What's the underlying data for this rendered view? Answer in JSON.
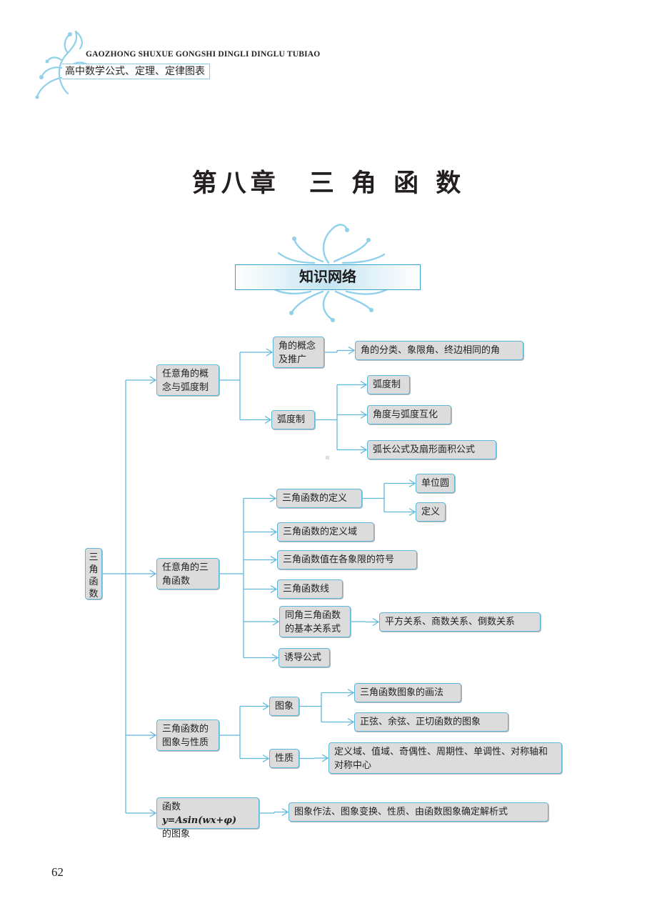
{
  "header": {
    "title_en": "GAOZHONG SHUXUE GONGSHI DINGLI DINGLU TUBIAO",
    "title_zh": "高中数学公式、定理、定律图表"
  },
  "chapter_title": "第八章　三 角 函 数",
  "section_banner": "知识网络",
  "page_number": "62",
  "colors": {
    "line": "#5fb8db",
    "node_fill": "#dcdcdd",
    "node_border": "#5fb8db",
    "decoration": "#8fd0ea"
  },
  "diagram": {
    "root": "三角函数",
    "branches": [
      {
        "label": "任意角的概念与弧度制",
        "children": [
          {
            "label": "角的概念及推广",
            "children": [
              "角的分类、象限角、终边相同的角"
            ]
          },
          {
            "label": "弧度制",
            "children": [
              "弧度制",
              "角度与弧度互化",
              "弧长公式及扇形面积公式"
            ]
          }
        ]
      },
      {
        "label": "任意角的三角函数",
        "children": [
          {
            "label": "三角函数的定义",
            "children": [
              "单位圆",
              "定义"
            ]
          },
          {
            "label": "三角函数的定义域",
            "children": []
          },
          {
            "label": "三角函数值在各象限的符号",
            "children": []
          },
          {
            "label": "三角函数线",
            "children": []
          },
          {
            "label": "同角三角函数的基本关系式",
            "children": [
              "平方关系、商数关系、倒数关系"
            ]
          },
          {
            "label": "诱导公式",
            "children": []
          }
        ]
      },
      {
        "label": "三角函数的图象与性质",
        "children": [
          {
            "label": "图象",
            "children": [
              "三角函数图象的画法",
              "正弦、余弦、正切函数的图象"
            ]
          },
          {
            "label": "性质",
            "children": [
              "定义域、值域、奇偶性、周期性、单调性、对称轴和对称中心"
            ]
          }
        ]
      },
      {
        "label_prefix": "函数 ",
        "label_formula": "y=Asin(wx+φ)",
        "label_suffix": "的图象",
        "children": [
          {
            "label": "图象作法、图象变换、性质、由函数图象确定解析式",
            "children": []
          }
        ]
      }
    ]
  }
}
